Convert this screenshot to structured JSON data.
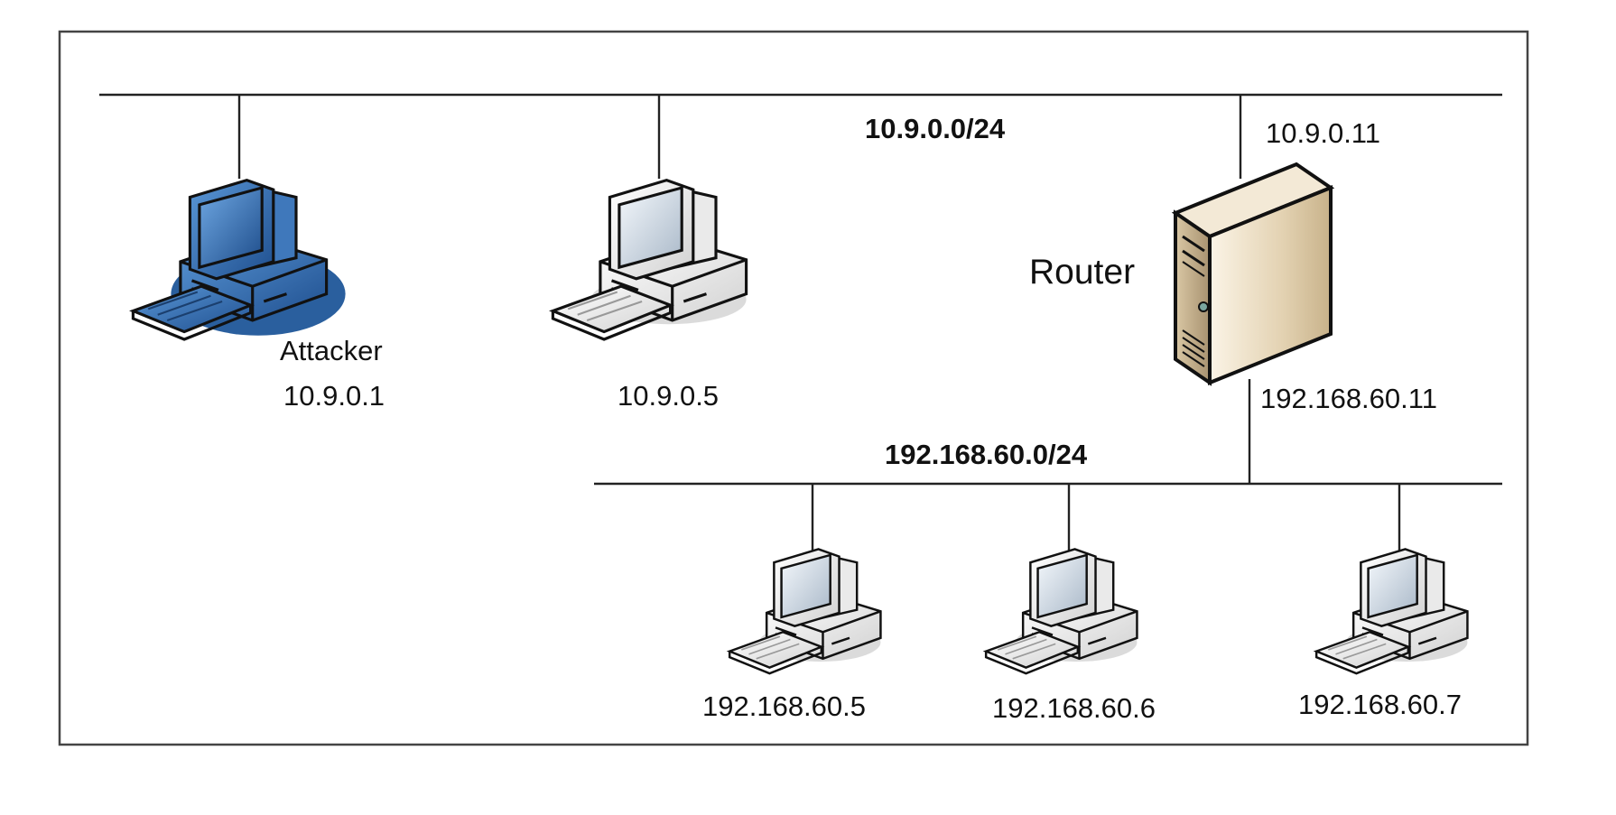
{
  "networks": {
    "top": {
      "label": "10.9.0.0/24"
    },
    "bottom": {
      "label": "192.168.60.0/24"
    }
  },
  "router": {
    "label": "Router",
    "top_ip": "10.9.0.11",
    "bottom_ip": "192.168.60.11",
    "icon": "server-tower-icon"
  },
  "hosts": {
    "attacker": {
      "label": "Attacker",
      "ip": "10.9.0.1",
      "icon": "computer-icon",
      "color": "#2f6db5"
    },
    "host_10_9_0_5": {
      "ip": "10.9.0.5",
      "icon": "computer-icon"
    },
    "host_60_5": {
      "ip": "192.168.60.5",
      "icon": "computer-icon"
    },
    "host_60_6": {
      "ip": "192.168.60.6",
      "icon": "computer-icon"
    },
    "host_60_7": {
      "ip": "192.168.60.7",
      "icon": "computer-icon"
    }
  },
  "colors": {
    "attacker_blue": "#2f6db5",
    "router_beige": "#e8d9bd",
    "line": "#222222"
  }
}
